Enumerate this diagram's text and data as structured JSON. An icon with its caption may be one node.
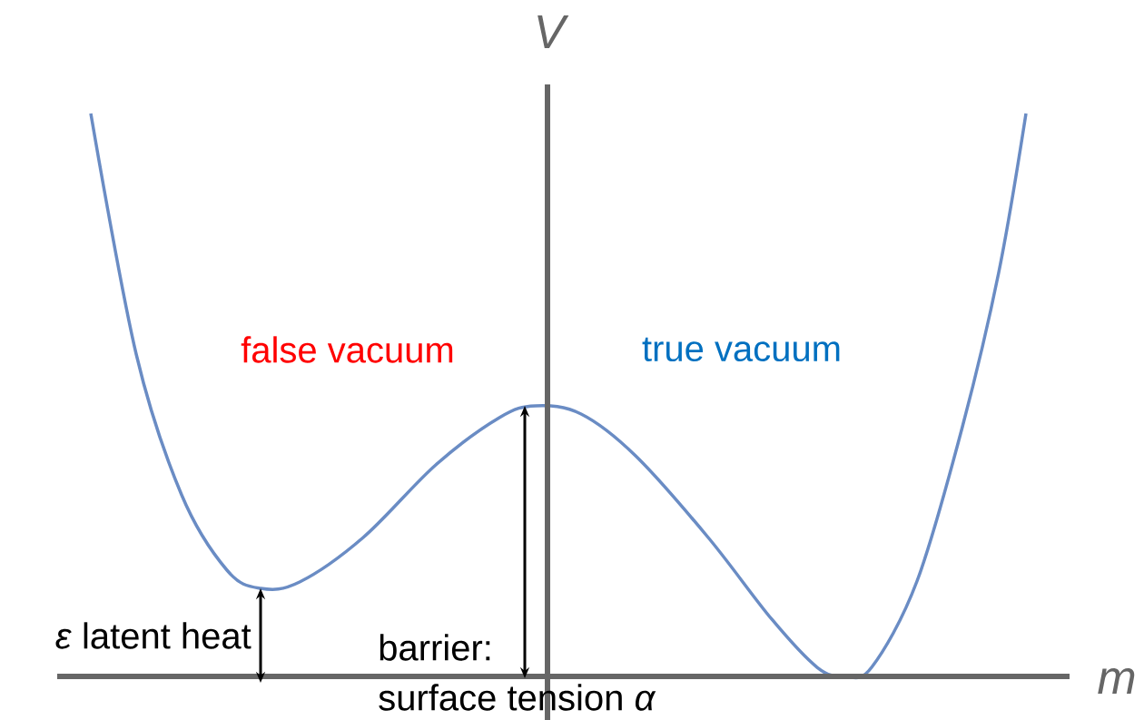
{
  "diagram": {
    "labels": [
      "V",
      "false vacuum",
      "true vacuum",
      "*ε* latent heat",
      "barrier:",
      "surface tension *α*",
      "m"
    ]
  }
}
